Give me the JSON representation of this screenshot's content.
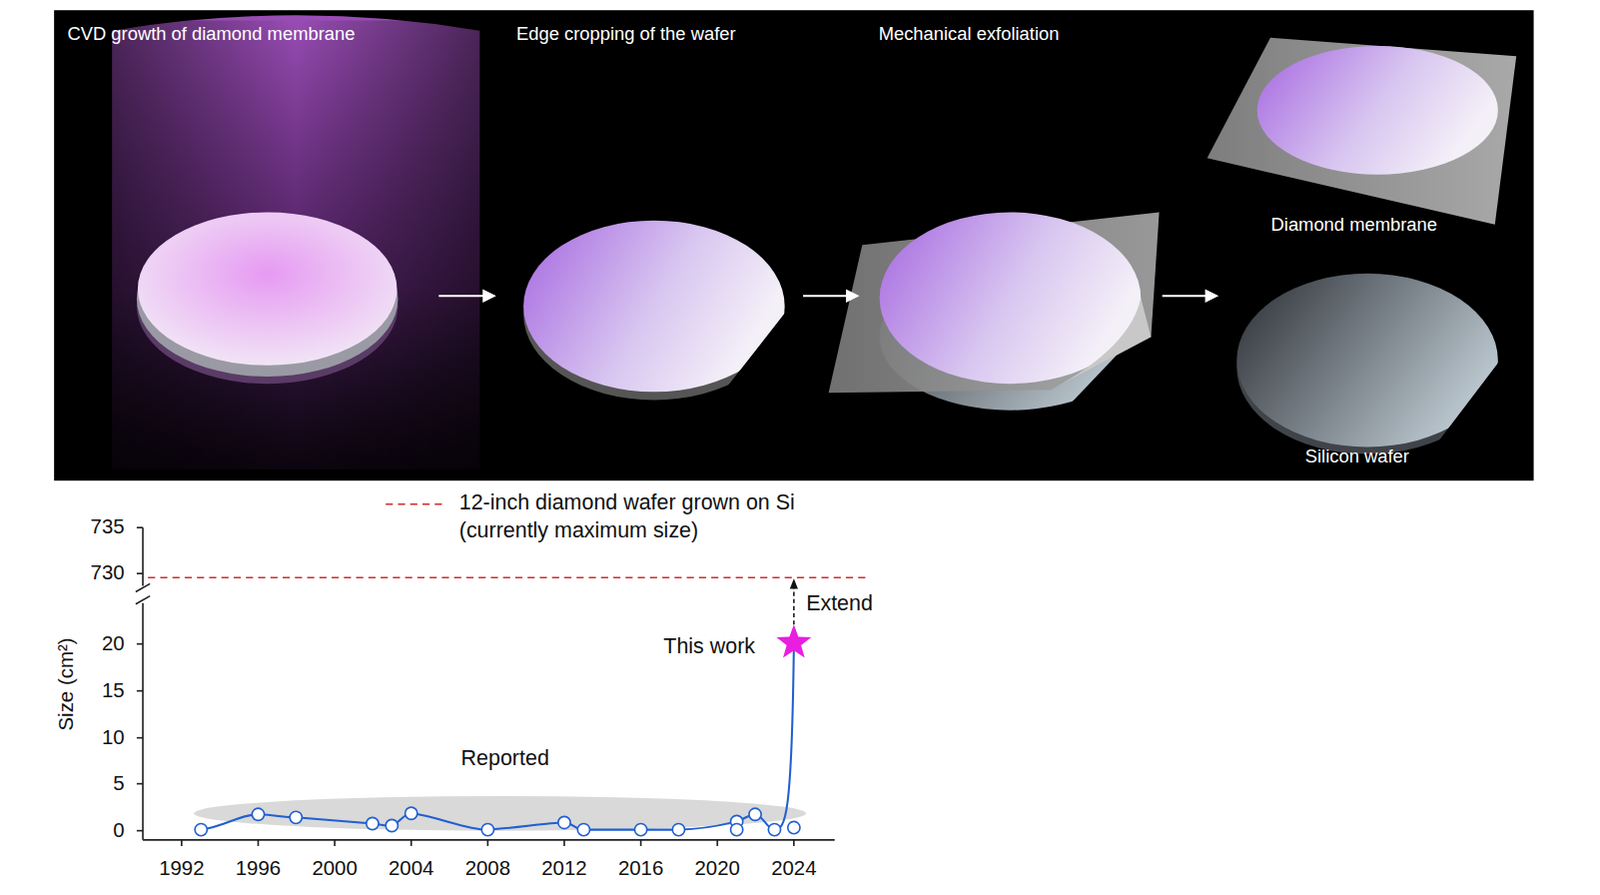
{
  "diagram": {
    "labels": [
      "CVD growth of diamond membrane",
      "Edge cropping of the wafer",
      "Mechanical exfoliation",
      "Diamond membrane",
      "Silicon wafer",
      "735",
      "730",
      "20",
      "15",
      "10",
      "5",
      "0",
      "1992",
      "1996",
      "2000",
      "2004",
      "2008",
      "2012",
      "2016",
      "2020",
      "2024",
      "Size (cm²)",
      "Extend",
      "This work",
      "Reported"
    ],
    "legend": [
      {
        "text": "12-inch diamond wafer grown on Si (currently maximum size)"
      }
    ]
  }
}
